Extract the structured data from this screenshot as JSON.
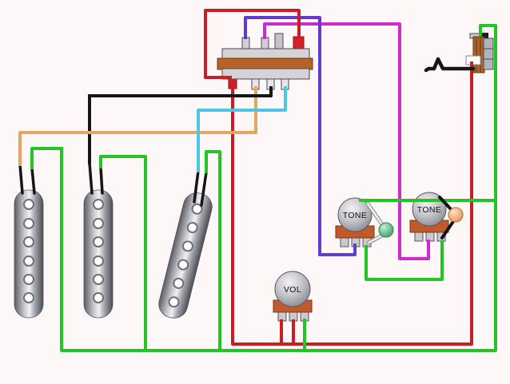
{
  "labels": {
    "tone_left": "TONE",
    "tone_right": "TONE",
    "volume": "VOL"
  },
  "colors": {
    "red": "#c81e24",
    "green": "#24c428",
    "orange": "#e3a55f",
    "black": "#161616",
    "cyan": "#4cc6e2",
    "purple": "#6339cf",
    "magenta": "#ce2bce",
    "pot_base": "#c05a2c",
    "switch_body": "#b5622a",
    "jack_body": "#a9662f",
    "cap_green": "#5abc8c",
    "cap_orange": "#f0af82"
  }
}
